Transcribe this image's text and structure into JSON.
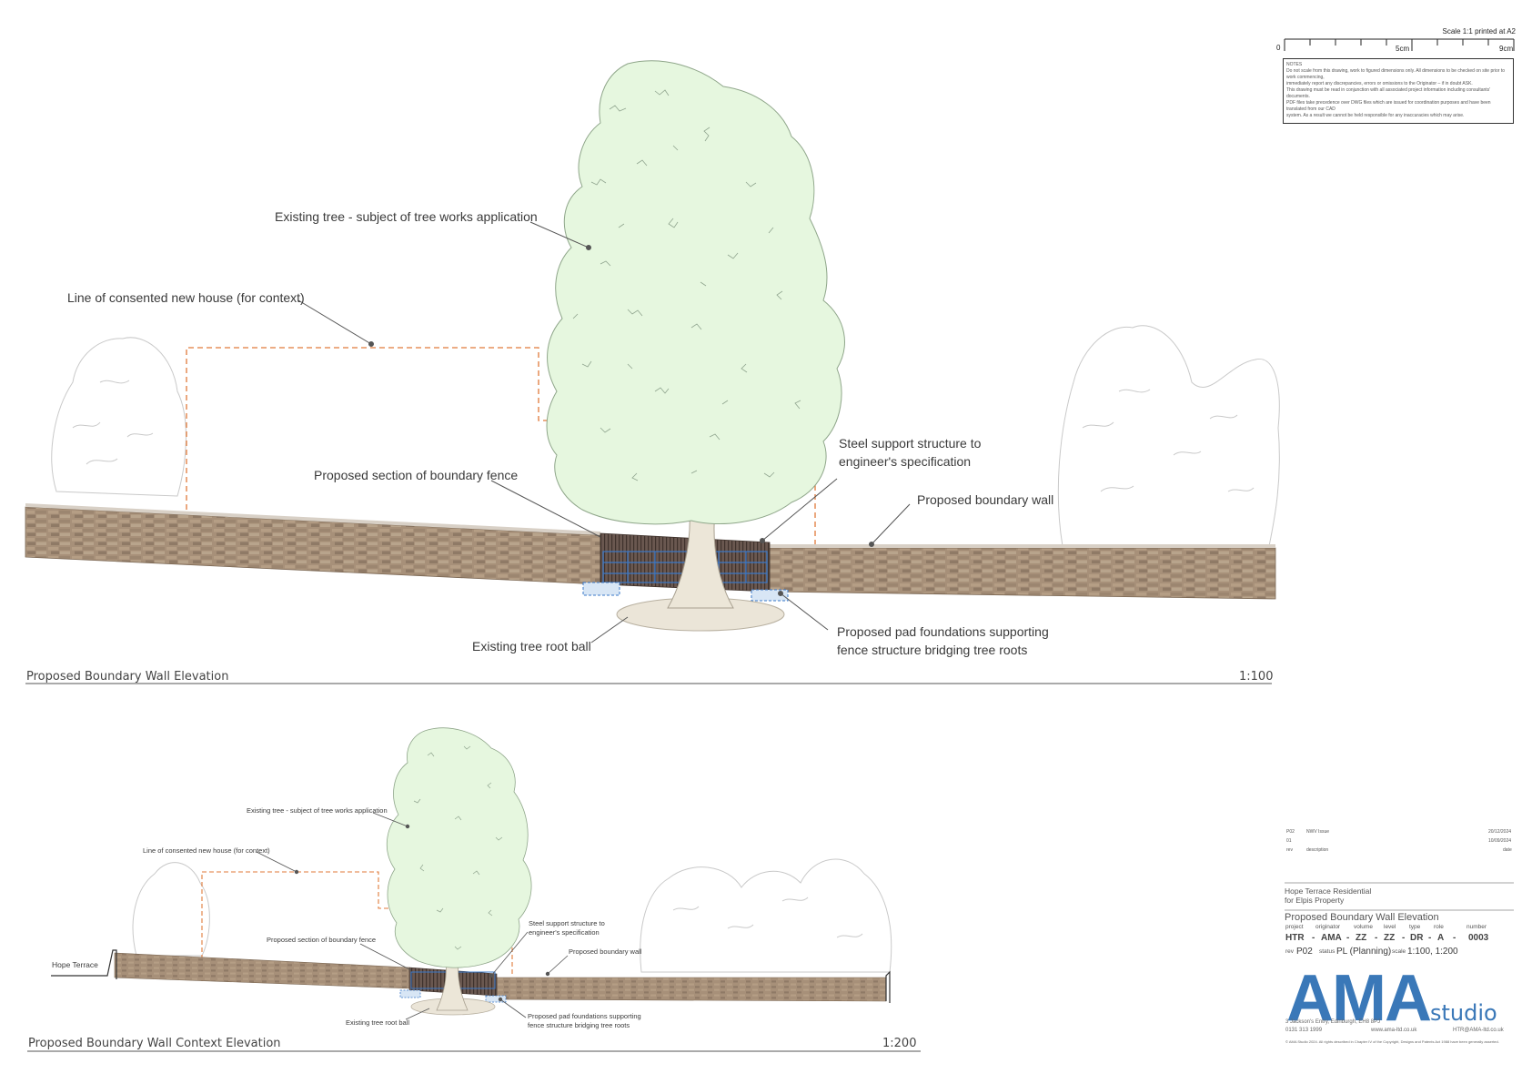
{
  "scale_bar": {
    "heading": "Scale 1:1 printed at A2",
    "tick_zero": "0",
    "tick_mid": "5cm",
    "tick_end": "9cm"
  },
  "notes": {
    "title": "NOTES",
    "lines": [
      "Do not scale from this drawing, work to figured dimensions only. All dimensions to be checked on site prior to work commencing,",
      "immediately report any discrepancies, errors or omissions to the Originator – if in doubt ASK.",
      "This drawing must be read in conjunction with all associated project information including consultants' documents.",
      "PDF files take precedence over DWG files which are issued for coordination purposes and have been translated from our CAD",
      "system. As a result we cannot be held responsible for any inaccuracies which may arise."
    ]
  },
  "elevation_1": {
    "title": "Proposed Boundary Wall Elevation",
    "scale": "1:100",
    "labels": {
      "existing_tree": "Existing tree - subject of tree works application",
      "consented_house": "Line of consented new house (for context)",
      "steel_support_1": "Steel support structure to",
      "steel_support_2": "engineer's specification",
      "boundary_fence": "Proposed section of boundary fence",
      "boundary_wall": "Proposed boundary wall",
      "root_ball": "Existing tree root ball",
      "pad_foundations_1": "Proposed pad foundations supporting",
      "pad_foundations_2": "fence structure bridging tree roots"
    }
  },
  "elevation_2": {
    "title": "Proposed Boundary Wall Context Elevation",
    "scale": "1:200",
    "labels": {
      "existing_tree": "Existing tree - subject of tree works application",
      "consented_house": "Line of consented new house (for context)",
      "boundary_fence": "Proposed section of boundary fence",
      "steel_support_1": "Steel support structure to",
      "steel_support_2": "engineer's specification",
      "boundary_wall": "Proposed boundary wall",
      "street": "Hope Terrace",
      "root_ball": "Existing tree root ball",
      "pad_foundations_1": "Proposed pad foundations supporting",
      "pad_foundations_2": "fence structure bridging tree roots"
    }
  },
  "revisions": [
    {
      "rev": "P02",
      "description": "NWV Issue",
      "date": "20/12/2024"
    },
    {
      "rev": "01",
      "description": "",
      "date": "10/09/2024"
    }
  ],
  "revision_headers": {
    "rev": "rev",
    "description": "description",
    "date": "date"
  },
  "title_block": {
    "project_line_1": "Hope Terrace Residential",
    "project_line_2": "for Elpis Property",
    "drawing_title": "Proposed Boundary Wall Elevation",
    "code_headers": [
      "project",
      "originator",
      "volume",
      "level",
      "type",
      "role",
      "number"
    ],
    "code_values": [
      "HTR",
      "AMA",
      "ZZ",
      "ZZ",
      "DR",
      "A",
      "0003"
    ],
    "rev_label": "rev",
    "rev_value": "P02",
    "status_label": "status",
    "status_value": "PL (Planning)",
    "scale_label": "scale",
    "scale_value": "1:100, 1:200"
  },
  "logo": {
    "main": "AMA",
    "sub": "studio"
  },
  "contact": {
    "address": "3 Jackson's Entry, Edinburgh, EH8 8PJ",
    "phone": "0131 313 1999",
    "web": "www.ama-ltd.co.uk",
    "email": "HTR@AMA-ltd.co.uk",
    "copyright": "© AMA Studio 2024. All rights described in Chapter IV of the Copyright, Designs and Patents Act 1988 have been generally asserted."
  },
  "colors": {
    "tree_fill": "#e6f7df",
    "tree_stroke": "#6f8a6a",
    "wall": "#a08970",
    "wall_dark": "#8a7460",
    "dashed_line": "#e07a3a",
    "steel_blue": "#3a78c8",
    "fence": "#5a4a42",
    "trunk": "#e8e2d4",
    "brand": "#3a78b8"
  }
}
